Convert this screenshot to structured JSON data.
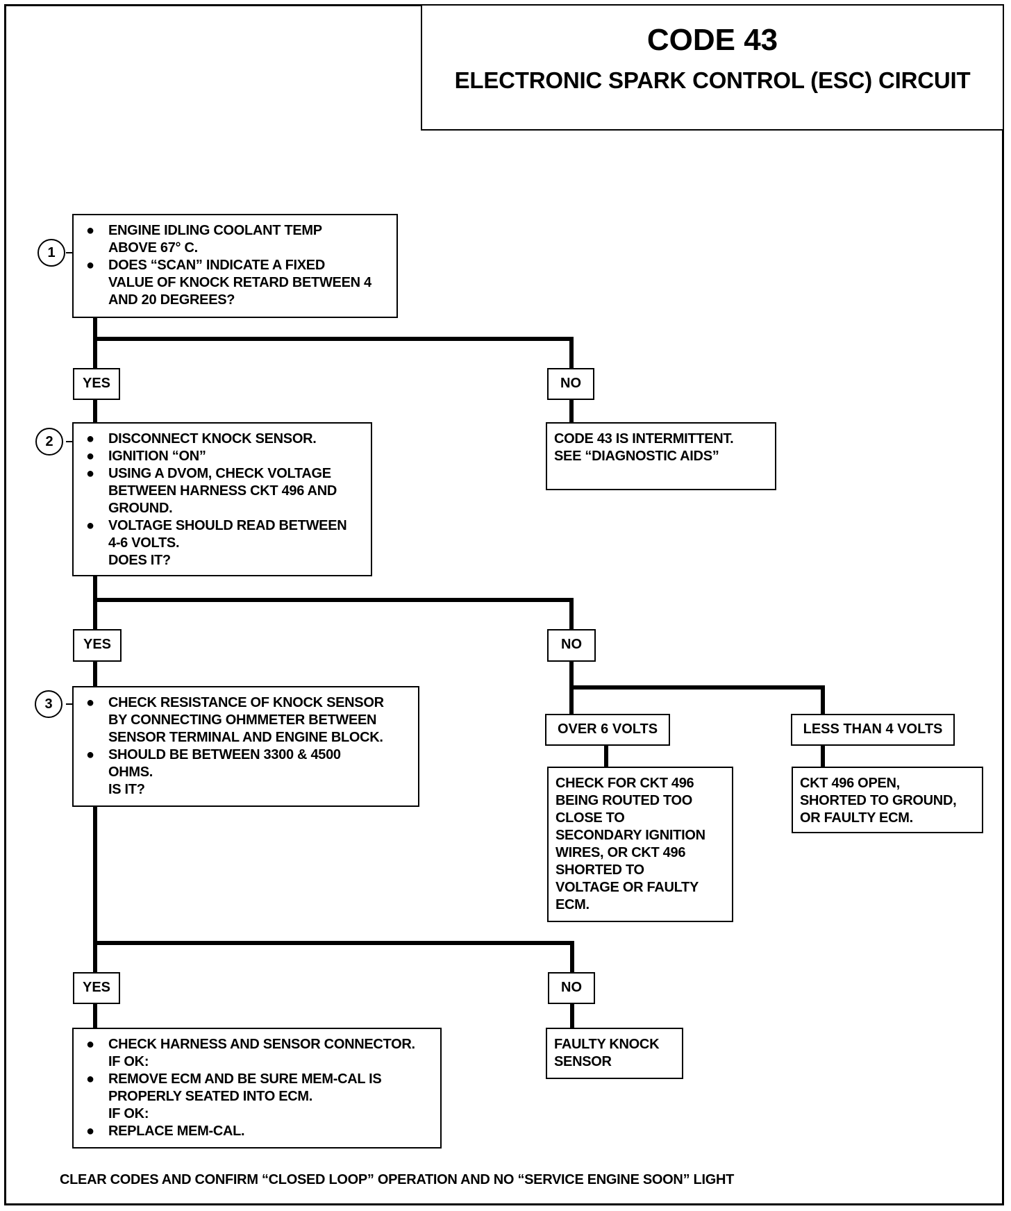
{
  "title": {
    "code": "CODE 43",
    "subtitle": "ELECTRONIC SPARK CONTROL (ESC) CIRCUIT"
  },
  "steps": [
    {
      "number": "1",
      "bullets": [
        [
          "ENGINE IDLING COOLANT TEMP",
          "ABOVE 67° C."
        ],
        [
          "DOES “SCAN” INDICATE  A FIXED",
          "VALUE OF KNOCK RETARD BETWEEN 4",
          "AND 20 DEGREES?"
        ]
      ]
    },
    {
      "number": "2",
      "bullets": [
        [
          "DISCONNECT KNOCK SENSOR."
        ],
        [
          "IGNITION “ON”"
        ],
        [
          "USING A DVOM, CHECK VOLTAGE",
          "BETWEEN HARNESS CKT 496 AND",
          "GROUND."
        ],
        [
          "VOLTAGE SHOULD READ BETWEEN",
          "4-6 VOLTS.",
          "DOES IT?"
        ]
      ]
    },
    {
      "number": "3",
      "bullets": [
        [
          "CHECK RESISTANCE OF KNOCK SENSOR",
          "BY CONNECTING OHMMETER BETWEEN",
          "SENSOR TERMINAL AND ENGINE BLOCK."
        ],
        [
          "SHOULD BE BETWEEN 3300 & 4500",
          "OHMS.",
          "IS IT?"
        ]
      ]
    },
    {
      "number": "",
      "bullets": [
        [
          "CHECK HARNESS AND SENSOR CONNECTOR.",
          "IF OK:"
        ],
        [
          "REMOVE ECM AND BE SURE MEM-CAL IS",
          "PROPERLY SEATED INTO ECM.",
          "IF OK:"
        ],
        [
          "REPLACE MEM-CAL."
        ]
      ]
    }
  ],
  "labels": {
    "yes": "YES",
    "no": "NO",
    "over6": "OVER 6 VOLTS",
    "less4": "LESS THAN 4 VOLTS"
  },
  "results": {
    "intermittent": [
      "CODE 43 IS INTERMITTENT.",
      "SEE “DIAGNOSTIC AIDS”"
    ],
    "over6": [
      "CHECK FOR CKT 496",
      "BEING ROUTED TOO",
      "CLOSE TO",
      "SECONDARY IGNITION",
      "WIRES, OR CKT 496",
      "SHORTED TO",
      "VOLTAGE OR FAULTY",
      "ECM."
    ],
    "less4": [
      "CKT 496 OPEN,",
      "SHORTED TO GROUND,",
      "OR FAULTY ECM."
    ],
    "faulty": [
      "FAULTY KNOCK",
      "SENSOR"
    ]
  },
  "bullet_symbol": "●",
  "footer": "CLEAR CODES AND CONFIRM “CLOSED LOOP” OPERATION  AND NO “SERVICE ENGINE SOON” LIGHT"
}
